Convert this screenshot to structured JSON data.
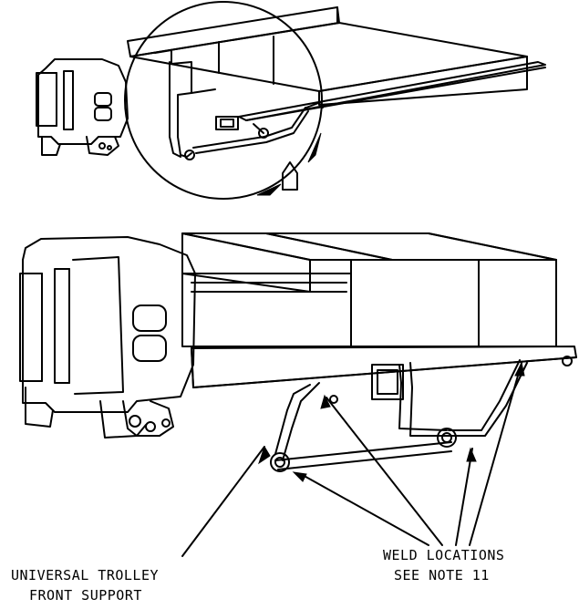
{
  "labels": {
    "trolley_line1": "UNIVERSAL TROLLEY",
    "trolley_line2": "FRONT SUPPORT",
    "weld_line1": "WELD LOCATIONS",
    "weld_line2": "SEE NOTE 11"
  },
  "colors": {
    "line": "#000000",
    "background": "#ffffff"
  }
}
